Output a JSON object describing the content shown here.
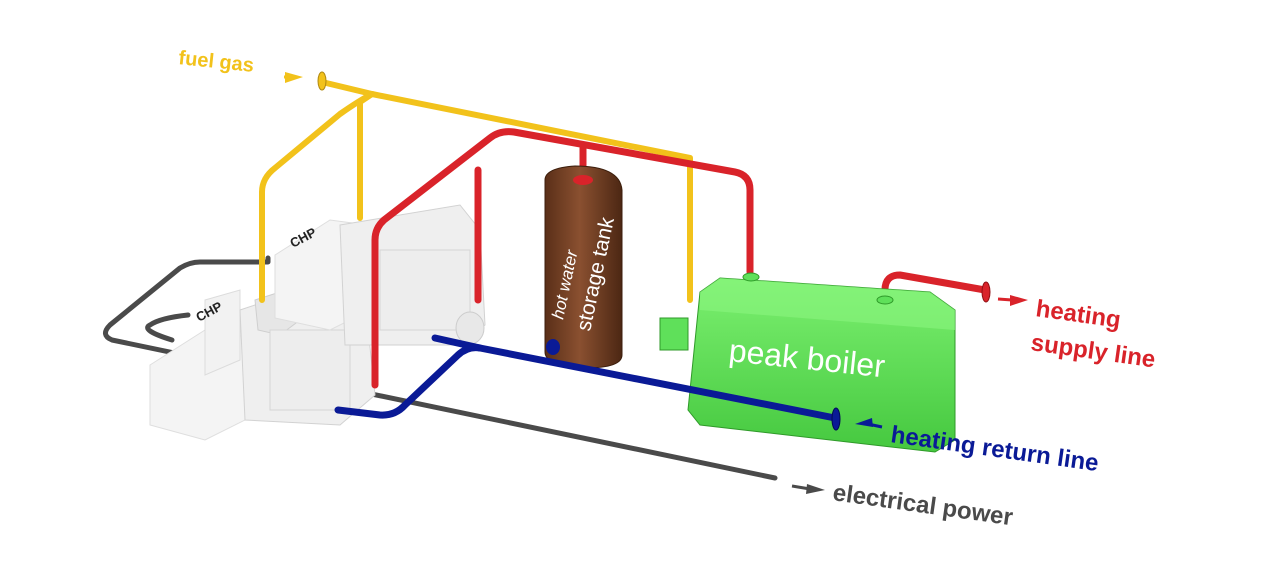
{
  "labels": {
    "fuel_gas": "fuel gas",
    "heating_supply_line_1": "heating",
    "heating_supply_line_2": "supply line",
    "heating_return_line": "heating return line",
    "electrical_power": "electrical power",
    "storage_tank_1": "hot water",
    "storage_tank_2": "storage tank",
    "peak_boiler": "peak boiler",
    "chp_1": "CHP",
    "chp_2": "CHP"
  },
  "colors": {
    "fuel_gas": "#f2c21b",
    "heating_supply": "#d9232a",
    "heating_return": "#0a1a96",
    "electrical": "#4a4a4a",
    "tank": "#7a4426",
    "boiler": "#5fe05a",
    "engine": "#eeeeee"
  }
}
